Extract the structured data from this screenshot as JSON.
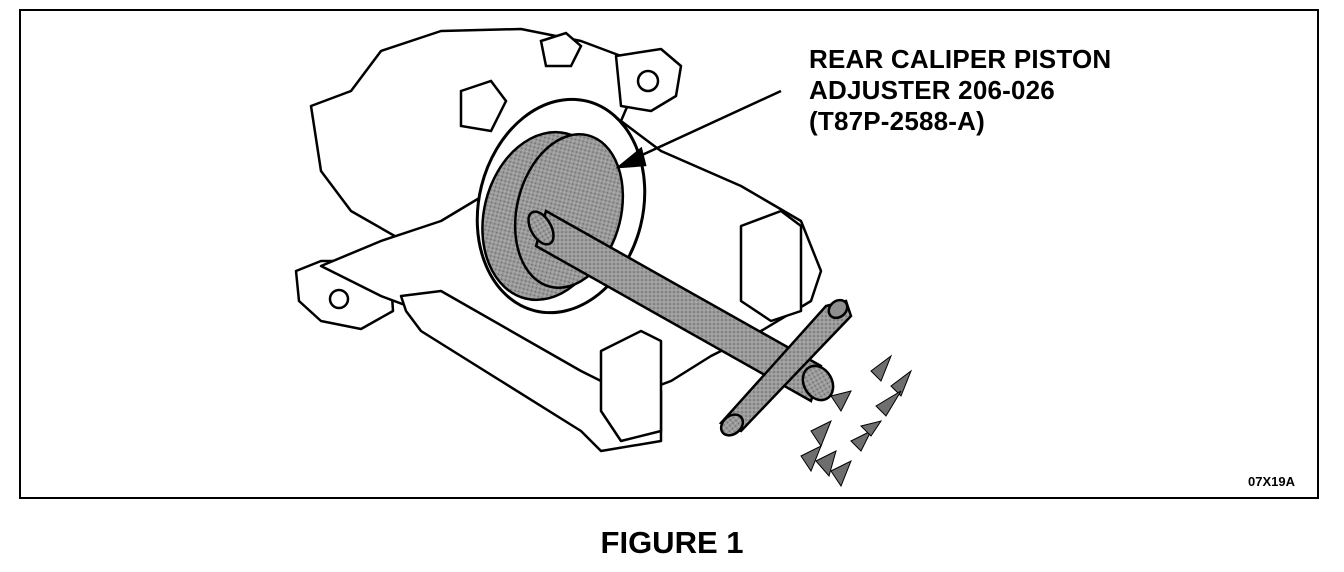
{
  "figure": {
    "callout_lines": [
      "REAR  CALIPER  PISTON",
      "ADJUSTER 206-026",
      "(T87P-2588-A)"
    ],
    "code": "07X19A",
    "caption": "FIGURE 1"
  },
  "colors": {
    "ink": "#000000",
    "tool_fill": "#8f8f8f",
    "tool_dark": "#6e6e6e",
    "paper": "#ffffff"
  }
}
